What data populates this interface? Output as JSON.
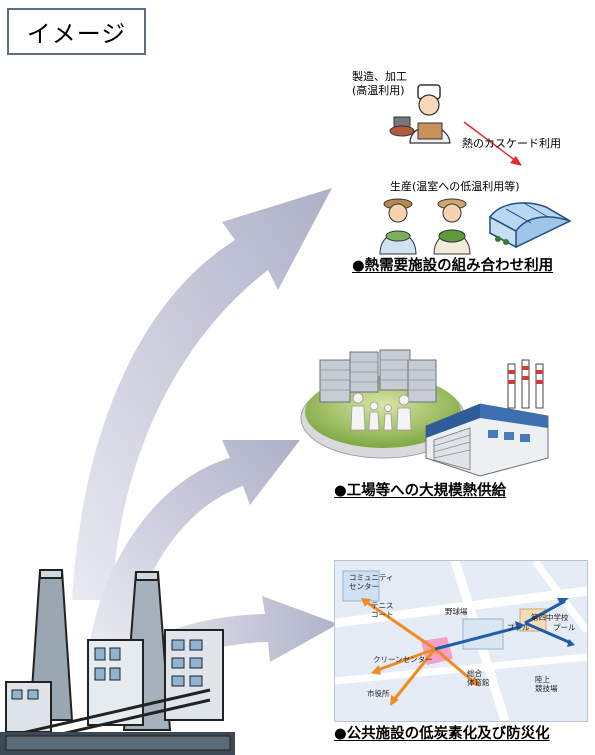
{
  "header": {
    "title": "イメージ"
  },
  "heat_demand": {
    "manufacturing_line1": "製造、加工",
    "manufacturing_line2": "(高温利用)",
    "cascade_label": "熱のカスケード利用",
    "production_label": "生産(温室への低温利用等)",
    "caption": "●熱需要施設の組み合わせ利用"
  },
  "factory_supply": {
    "caption": "●工場等への大規模熱供給"
  },
  "public_facilities": {
    "map_labels": {
      "community_line1": "コミュニティ",
      "community_line2": "センター",
      "tennis_line1": "テニス",
      "tennis_line2": "コート",
      "baseball": "野球場",
      "school": "第四中学校",
      "pool_left": "プール",
      "pool_right": "プール",
      "clean_center": "クリーンセンター",
      "city_hall": "市役所",
      "gym_line1": "総合",
      "gym_line2": "体育館",
      "athletics_line1": "陸上",
      "athletics_line2": "競技場"
    },
    "caption": "●公共施設の低炭素化及び防災化"
  },
  "colors": {
    "arrow": "#b7b9cf",
    "cascade_arrow": "#e8262c",
    "map_arrow_orange": "#f08a24",
    "map_arrow_blue": "#1f5fa8",
    "map_center": "#f4a0c8",
    "title_border": "#5a6f86"
  },
  "icons": [
    "plant-icon",
    "chef-icon",
    "farmer-icon",
    "greenhouse-icon",
    "housing-complex-icon",
    "factory-icon",
    "family-icon"
  ]
}
